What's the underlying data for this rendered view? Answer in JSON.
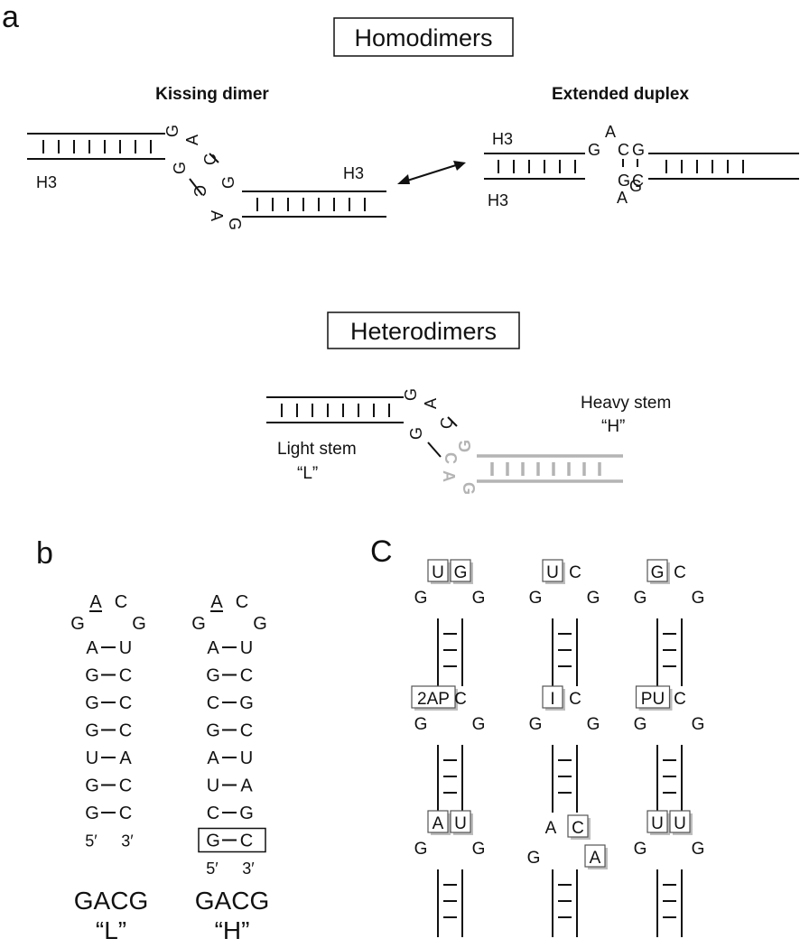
{
  "panel_labels": {
    "a": "a",
    "b": "b",
    "c": "C"
  },
  "homodimers": {
    "title": "Homodimers",
    "kissing_title": "Kissing dimer",
    "extended_title": "Extended duplex",
    "kissing": {
      "left_stem": "H3",
      "right_stem": "H3",
      "loop_left": [
        "G",
        "A",
        "C",
        "G"
      ],
      "loop_right": [
        "G",
        "C",
        "A",
        "G"
      ]
    },
    "extended": {
      "top_stem": "H3",
      "bottom_stem": "H3",
      "top_loop": [
        "G",
        "A",
        "C",
        "G"
      ],
      "bottom_loop": [
        "G",
        "C",
        "A",
        "G"
      ]
    }
  },
  "heterodimers": {
    "title": "Heterodimers",
    "light_stem": "Light stem",
    "light_quote": "“L”",
    "heavy_stem": "Heavy stem",
    "heavy_quote": "“H”",
    "loop_left": [
      "G",
      "A",
      "C",
      "G"
    ],
    "loop_right": [
      "G",
      "C",
      "A",
      "G"
    ]
  },
  "panel_b": {
    "L": {
      "loop_top": [
        "A",
        "C"
      ],
      "loop_side": [
        "G",
        "G"
      ],
      "pairs": [
        [
          "A",
          "U"
        ],
        [
          "G",
          "C"
        ],
        [
          "G",
          "C"
        ],
        [
          "G",
          "C"
        ],
        [
          "U",
          "A"
        ],
        [
          "G",
          "C"
        ],
        [
          "G",
          "C"
        ]
      ],
      "ends": [
        "5′",
        "3′"
      ],
      "seq": "GACG",
      "name": "“L”"
    },
    "H": {
      "loop_top": [
        "A",
        "C"
      ],
      "loop_side": [
        "G",
        "G"
      ],
      "pairs": [
        [
          "A",
          "U"
        ],
        [
          "G",
          "C"
        ],
        [
          "C",
          "G"
        ],
        [
          "G",
          "C"
        ],
        [
          "A",
          "U"
        ],
        [
          "U",
          "A"
        ],
        [
          "C",
          "G"
        ],
        [
          "G",
          "C"
        ]
      ],
      "ends": [
        "5′",
        "3′"
      ],
      "seq": "GACG",
      "name": "“H”"
    }
  },
  "panel_c": {
    "hairpins": [
      {
        "top": [
          "U",
          "G"
        ],
        "boxed": [
          true,
          true
        ],
        "sides": [
          "G",
          "G"
        ]
      },
      {
        "top": [
          "U",
          "C"
        ],
        "boxed": [
          true,
          false
        ],
        "sides": [
          "G",
          "G"
        ]
      },
      {
        "top": [
          "G",
          "C"
        ],
        "boxed": [
          true,
          false
        ],
        "sides": [
          "G",
          "G"
        ]
      },
      {
        "top": [
          "2AP",
          "C"
        ],
        "boxed": [
          true,
          false
        ],
        "sides": [
          "G",
          "G"
        ]
      },
      {
        "top": [
          "I",
          "C"
        ],
        "boxed": [
          true,
          false
        ],
        "sides": [
          "G",
          "G"
        ]
      },
      {
        "top": [
          "PU",
          "C"
        ],
        "boxed": [
          true,
          false
        ],
        "sides": [
          "G",
          "G"
        ]
      },
      {
        "top": [
          "A",
          "U"
        ],
        "boxed": [
          true,
          true
        ],
        "sides": [
          "G",
          "G"
        ]
      },
      {
        "top": [
          "A",
          "C"
        ],
        "boxed": [
          false,
          true
        ],
        "sides": [
          "G",
          "A"
        ],
        "special": "a-c-boxed"
      },
      {
        "top": [
          "U",
          "U"
        ],
        "boxed": [
          true,
          true
        ],
        "sides": [
          "G",
          "G"
        ]
      }
    ]
  }
}
